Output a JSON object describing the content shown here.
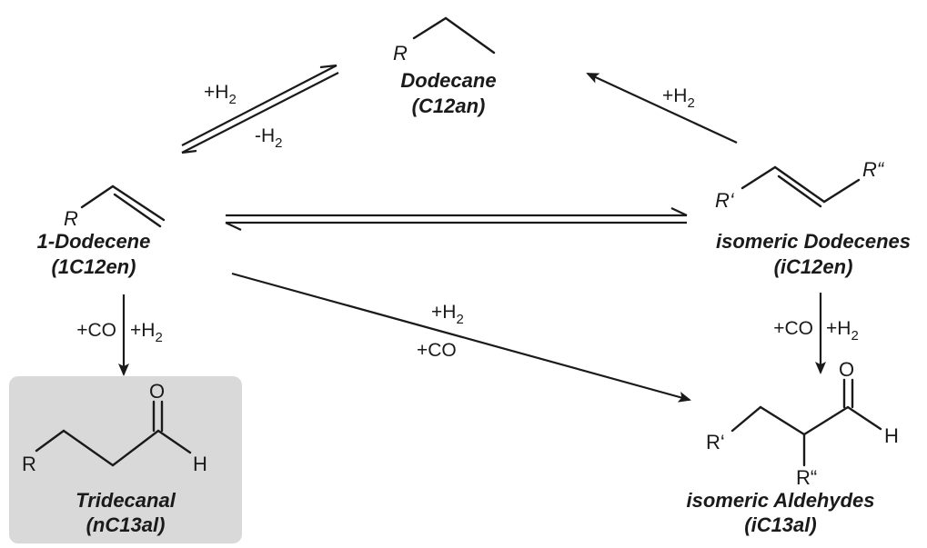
{
  "compounds": {
    "dodecane": {
      "name": "Dodecane",
      "abbr": "(C12an)",
      "r_label": "R"
    },
    "dodecene": {
      "name": "1-Dodecene",
      "abbr": "(1C12en)",
      "r_label": "R"
    },
    "iso_dodecenes": {
      "name": "isomeric Dodecenes",
      "abbr": "(iC12en)",
      "r1_label": "R‘",
      "r2_label": "R“"
    },
    "tridecanal": {
      "name": "Tridecanal",
      "abbr": "(nC13al)",
      "r_label": "R",
      "o_label": "O",
      "h_label": "H"
    },
    "iso_aldehydes": {
      "name": "isomeric Aldehydes",
      "abbr": "(iC13al)",
      "r1_label": "R‘",
      "r2_label": "R“",
      "o_label": "O",
      "h_label": "H"
    }
  },
  "conditions": {
    "hydrogenation_left": {
      "text": "+H",
      "sub": "2"
    },
    "dehydrogenation_left": {
      "text": "-H",
      "sub": "2"
    },
    "hydrogenation_right": {
      "text": "+H",
      "sub": "2"
    },
    "hydroformylation_left_co": {
      "text": "+CO"
    },
    "hydroformylation_left_h2": {
      "text": "+H",
      "sub": "2"
    },
    "diagonal_h2": {
      "text": "+H",
      "sub": "2"
    },
    "diagonal_co": {
      "text": "+CO"
    },
    "hydroformylation_right_co": {
      "text": "+CO"
    },
    "hydroformylation_right_h2": {
      "text": "+H",
      "sub": "2"
    }
  },
  "colors": {
    "highlight_box": "#d9d9d9",
    "ink": "#1a1a1a"
  }
}
